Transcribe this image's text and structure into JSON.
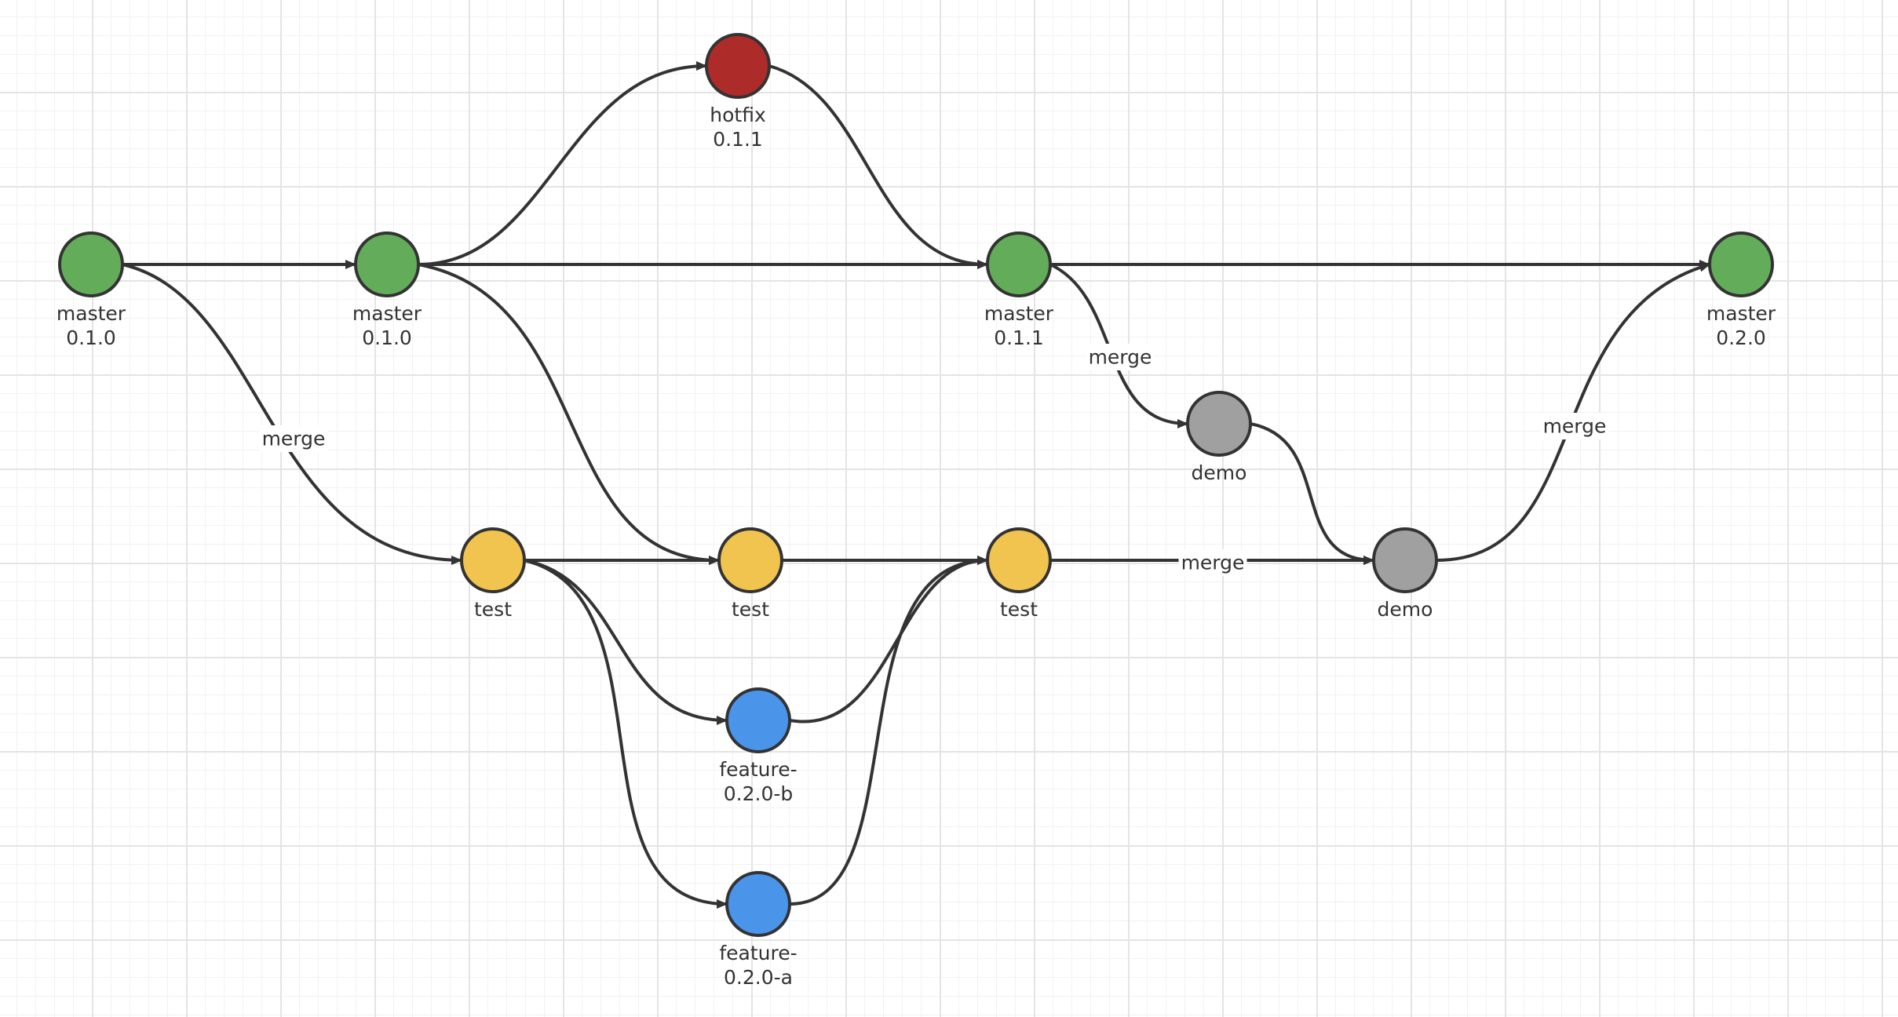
{
  "colors": {
    "master": "#63ad5a",
    "hotfix": "#ad2c2a",
    "test": "#f1c34f",
    "feature": "#4a94ea",
    "demo": "#a0a0a0",
    "stroke": "#333333"
  },
  "nodes": [
    {
      "id": "master-1",
      "label_lines": [
        "master",
        "0.1.0"
      ],
      "kind": "master"
    },
    {
      "id": "master-2",
      "label_lines": [
        "master",
        "0.1.0"
      ],
      "kind": "master"
    },
    {
      "id": "hotfix",
      "label_lines": [
        "hotfix",
        "0.1.1"
      ],
      "kind": "hotfix"
    },
    {
      "id": "master-3",
      "label_lines": [
        "master",
        "0.1.1"
      ],
      "kind": "master"
    },
    {
      "id": "master-4",
      "label_lines": [
        "master",
        "0.2.0"
      ],
      "kind": "master"
    },
    {
      "id": "test-1",
      "label_lines": [
        "test"
      ],
      "kind": "test"
    },
    {
      "id": "test-2",
      "label_lines": [
        "test"
      ],
      "kind": "test"
    },
    {
      "id": "test-3",
      "label_lines": [
        "test"
      ],
      "kind": "test"
    },
    {
      "id": "demo-1",
      "label_lines": [
        "demo"
      ],
      "kind": "demo"
    },
    {
      "id": "demo-2",
      "label_lines": [
        "demo"
      ],
      "kind": "demo"
    },
    {
      "id": "feature-b",
      "label_lines": [
        "feature-",
        "0.2.0-b"
      ],
      "kind": "feature"
    },
    {
      "id": "feature-a",
      "label_lines": [
        "feature-",
        "0.2.0-a"
      ],
      "kind": "feature"
    }
  ],
  "edges": [
    {
      "from": "master-1",
      "to": "master-2",
      "label": ""
    },
    {
      "from": "master-1",
      "to": "test-1",
      "label": "merge"
    },
    {
      "from": "master-2",
      "to": "hotfix",
      "label": ""
    },
    {
      "from": "master-2",
      "to": "master-3",
      "label": ""
    },
    {
      "from": "master-2",
      "to": "test-2",
      "label": ""
    },
    {
      "from": "hotfix",
      "to": "master-3",
      "label": ""
    },
    {
      "from": "master-3",
      "to": "master-4",
      "label": ""
    },
    {
      "from": "master-3",
      "to": "demo-1",
      "label": "merge"
    },
    {
      "from": "test-1",
      "to": "test-2",
      "label": ""
    },
    {
      "from": "test-1",
      "to": "feature-b",
      "label": ""
    },
    {
      "from": "test-1",
      "to": "feature-a",
      "label": ""
    },
    {
      "from": "test-2",
      "to": "test-3",
      "label": ""
    },
    {
      "from": "feature-b",
      "to": "test-3",
      "label": ""
    },
    {
      "from": "feature-a",
      "to": "test-3",
      "label": ""
    },
    {
      "from": "test-3",
      "to": "demo-2",
      "label": "merge"
    },
    {
      "from": "demo-1",
      "to": "demo-2",
      "label": ""
    },
    {
      "from": "demo-2",
      "to": "master-4",
      "label": "merge"
    }
  ]
}
